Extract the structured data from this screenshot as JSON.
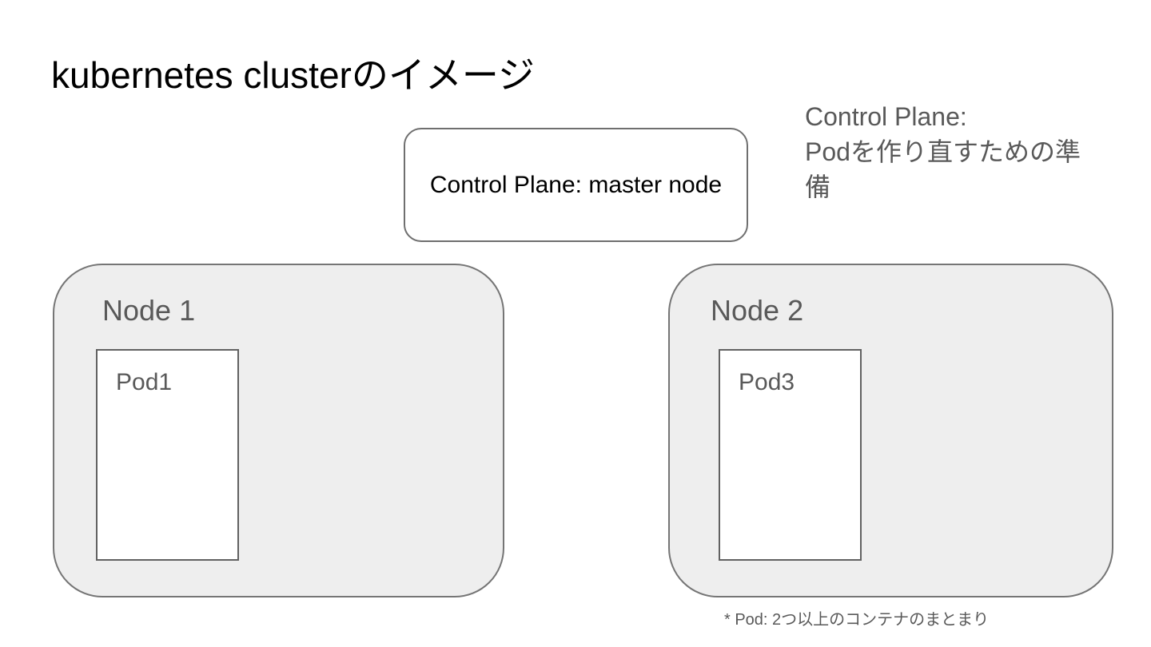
{
  "slide": {
    "title": "kubernetes clusterのイメージ",
    "control_plane_box": {
      "label": "Control Plane: master node"
    },
    "annotation": {
      "lines": [
        "Control Plane:",
        "Podを作り直すための準",
        "備"
      ],
      "full_text": "Control Plane: Podを作り直すための準備"
    },
    "nodes": [
      {
        "label": "Node 1",
        "pods": [
          {
            "label": "Pod1"
          }
        ]
      },
      {
        "label": "Node 2",
        "pods": [
          {
            "label": "Pod3"
          }
        ]
      }
    ],
    "footnote": "* Pod: 2つ以上のコンテナのまとまり",
    "colors": {
      "background": "#ffffff",
      "title_text": "#000000",
      "muted_text": "#595959",
      "node_fill": "#eeeeee",
      "node_border": "#757575",
      "pod_border": "#616161",
      "box_border": "#6f6f6f"
    }
  }
}
